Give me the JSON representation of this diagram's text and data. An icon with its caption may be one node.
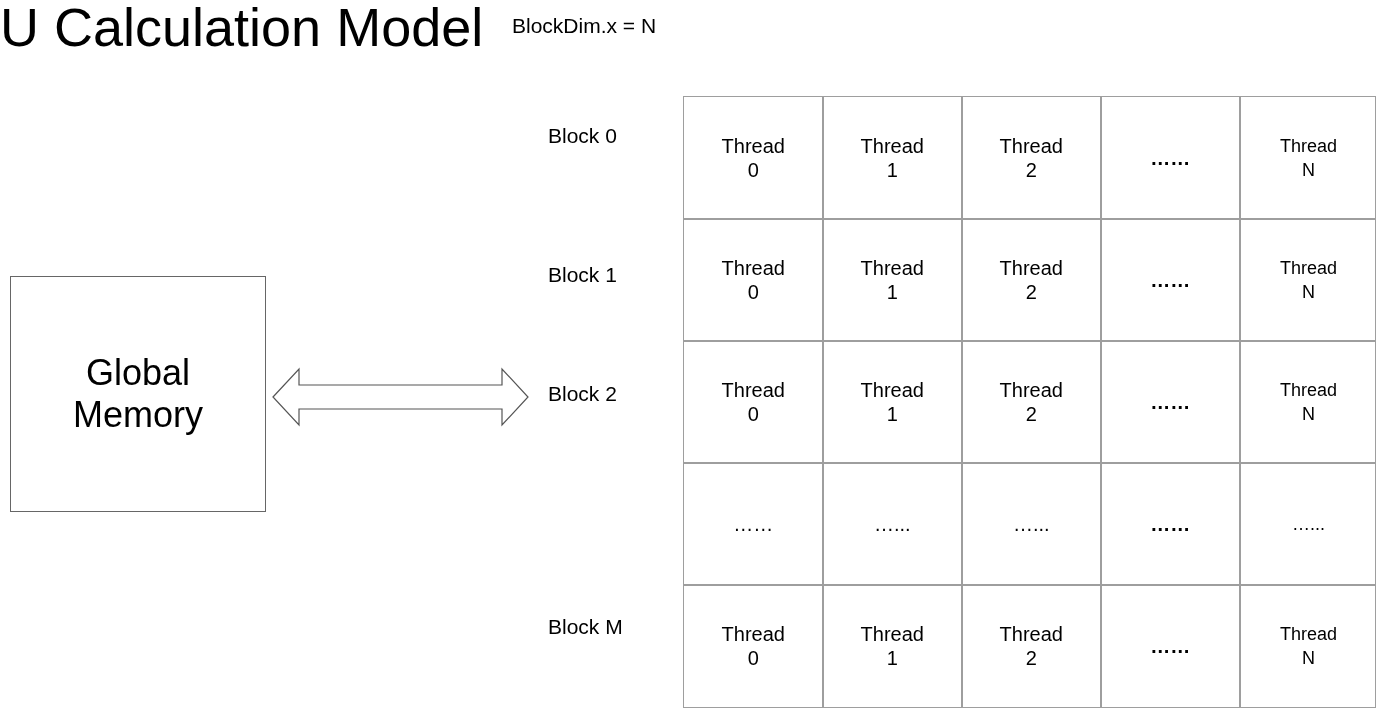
{
  "diagram": {
    "title": "U Calculation Model",
    "nodes": [
      {
        "text": [
          "Global Memory"
        ]
      },
      {
        "text": [],
        "shape": "box"
      },
      {
        "text": [
          "Thread 0"
        ],
        "in": 1
      },
      {
        "text": [
          "Thread 1"
        ],
        "in": 1
      },
      {
        "text": [
          "Thread 2"
        ],
        "in": 1
      },
      {
        "text": [
          "……"
        ],
        "in": 1
      },
      {
        "text": [
          "Thread N"
        ],
        "in": 1
      },
      {
        "text": [
          "Thread 0"
        ],
        "in": 1
      },
      {
        "text": [
          "Thread 1"
        ],
        "in": 1
      },
      {
        "text": [
          "Thread 2"
        ],
        "in": 1
      },
      {
        "text": [
          "……"
        ],
        "in": 1
      },
      {
        "text": [
          "Thread N"
        ],
        "in": 1
      },
      {
        "text": [
          "Thread 0"
        ],
        "in": 1
      },
      {
        "text": [
          "Thread 1"
        ],
        "in": 1
      },
      {
        "text": [
          "Thread 2"
        ],
        "in": 1
      },
      {
        "text": [
          "……"
        ],
        "in": 1
      },
      {
        "text": [
          "Thread N"
        ],
        "in": 1
      },
      {
        "text": [
          "……"
        ],
        "in": 1
      },
      {
        "text": [
          "…..."
        ],
        "in": 1
      },
      {
        "text": [
          "…..."
        ],
        "in": 1
      },
      {
        "text": [
          "……"
        ],
        "in": 1
      },
      {
        "text": [
          "…..."
        ],
        "in": 1
      },
      {
        "text": [
          "Thread 0"
        ],
        "in": 1
      },
      {
        "text": [
          "Thread 1"
        ],
        "in": 1
      },
      {
        "text": [
          "Thread 2"
        ],
        "in": 1
      },
      {
        "text": [
          "……"
        ],
        "in": 1
      },
      {
        "text": [
          "Thread N"
        ],
        "in": 1
      }
    ],
    "edges": [
      {
        "from": 0,
        "to": 1,
        "arrow": "both"
      }
    ],
    "labels": [
      "BlockDim.x = N",
      "Block 0",
      "Block 1",
      "Block 2",
      "Block M"
    ]
  }
}
